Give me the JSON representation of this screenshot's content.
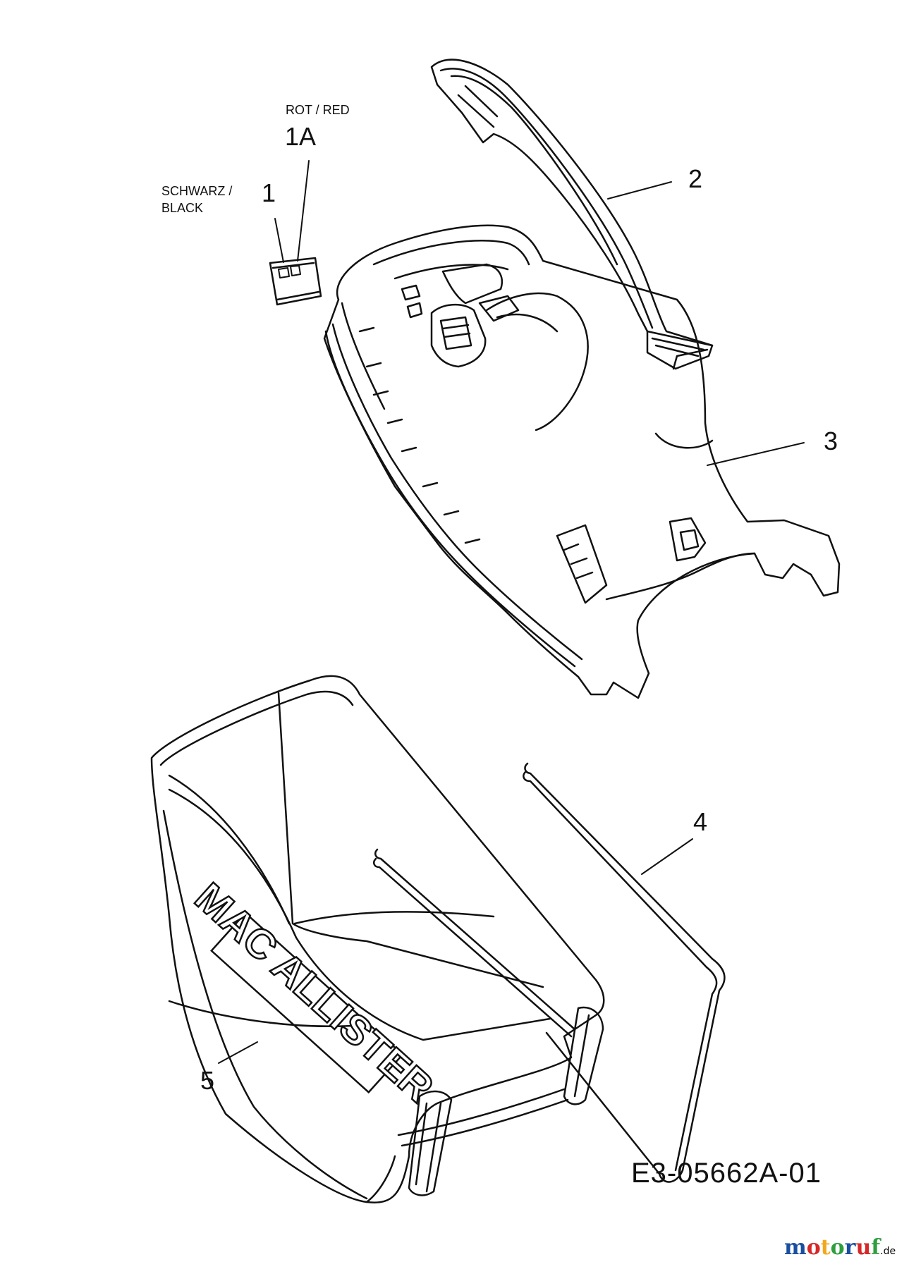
{
  "callouts": {
    "c1": "1",
    "c1a": "1A",
    "c2": "2",
    "c3": "3",
    "c4": "4",
    "c5": "5"
  },
  "color_notes": {
    "red": "ROT / RED",
    "black_line1": "SCHWARZ /",
    "black_line2": "BLACK"
  },
  "drawing_number": "E3-05662A-01",
  "logo_text": "MAC ALLISTER",
  "watermark": {
    "main": "motoruf",
    "suffix": ".de",
    "colors": [
      "#1a4fa0",
      "#d62828",
      "#f2a81d",
      "#2e9e3e",
      "#1a4fa0",
      "#d62828",
      "#2e9e3e"
    ]
  }
}
